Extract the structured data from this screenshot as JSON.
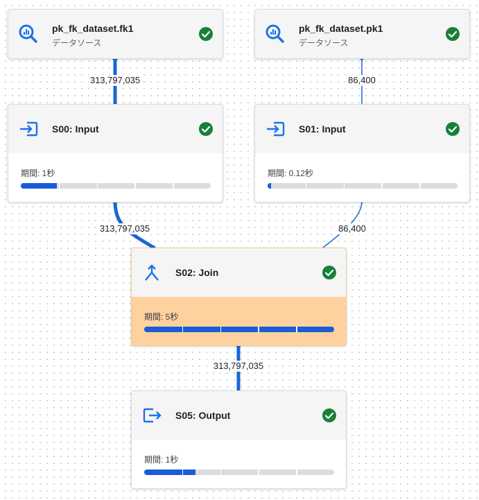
{
  "colors": {
    "accent": "#1a73e8",
    "progress": "#1a5dd6",
    "check": "#188038",
    "selected_body": "#fed29e",
    "edge": "#1967d2"
  },
  "nodes": {
    "fk1": {
      "title": "pk_fk_dataset.fk1",
      "subtitle": "データソース",
      "icon": "bigquery-icon",
      "status_icon": "check-circle-icon"
    },
    "pk1": {
      "title": "pk_fk_dataset.pk1",
      "subtitle": "データソース",
      "icon": "bigquery-icon",
      "status_icon": "check-circle-icon"
    },
    "s00": {
      "title": "S00: Input",
      "duration": "期間: 1秒",
      "progress": 0.19,
      "icon": "input-icon",
      "status_icon": "check-circle-icon"
    },
    "s01": {
      "title": "S01: Input",
      "duration": "期間: 0.12秒",
      "progress": 0.02,
      "icon": "input-icon",
      "status_icon": "check-circle-icon"
    },
    "s02": {
      "title": "S02: Join",
      "duration": "期間: 5秒",
      "progress": 1.0,
      "icon": "merge-icon",
      "status_icon": "check-circle-icon",
      "selected": true
    },
    "s05": {
      "title": "S05: Output",
      "duration": "期間: 1秒",
      "progress": 0.27,
      "icon": "output-icon",
      "status_icon": "check-circle-icon"
    }
  },
  "edges": {
    "fk1_s00": "313,797,035",
    "pk1_s01": "86,400",
    "s00_s02": "313,797,035",
    "s01_s02": "86,400",
    "s02_s05": "313,797,035"
  }
}
